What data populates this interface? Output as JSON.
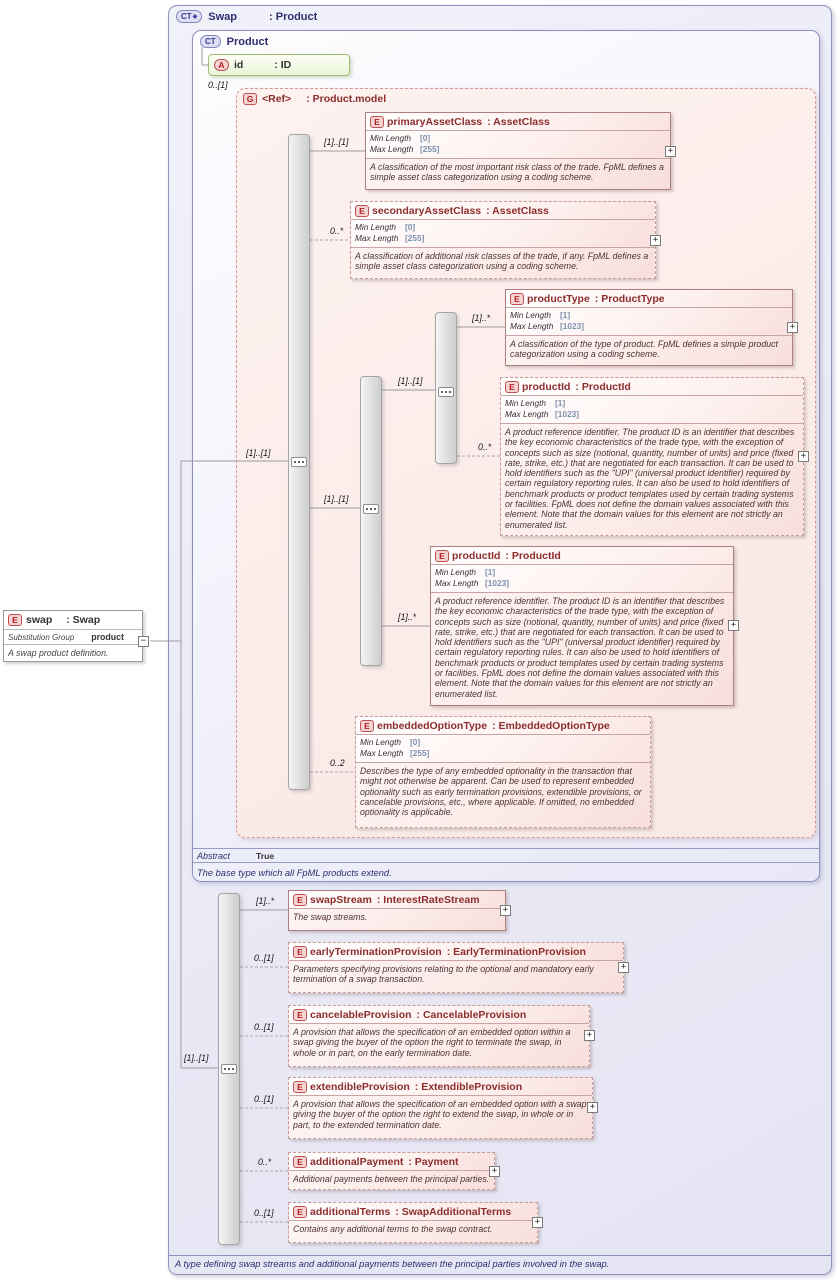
{
  "badges": {
    "ct": "CT",
    "e": "E",
    "a": "A",
    "g": "G"
  },
  "icons": {
    "plus": "+",
    "minus": "−",
    "diamond": "◆"
  },
  "swap_type": {
    "name": "Swap",
    "base": ": Product",
    "seq_cardinality": "[1]..[1]",
    "footer": "A type defining swap streams and additional payments between the principal parties involved in the swap."
  },
  "product_type": {
    "name": "Product",
    "abstract_label": "Abstract",
    "abstract_value": "True",
    "footer": "The base type which all FpML products extend."
  },
  "id_attribute": {
    "name": "id",
    "type": ": ID",
    "cardinality": "0..[1]"
  },
  "group": {
    "name": "<Ref>",
    "type": ": Product.model",
    "seq_cardinality": "[1]..[1]",
    "choice_cardinality": "[1]..[1]",
    "inner_seq_cardinality": "[1]..[1]"
  },
  "facet_labels": {
    "min": "Min Length",
    "max": "Max Length"
  },
  "elements": {
    "primaryAssetClass": {
      "name": "primaryAssetClass",
      "type": ": AssetClass",
      "cardinality": "[1]..[1]",
      "min": "[0]",
      "max": "[255]",
      "desc": "A classification of the most important risk class of the trade. FpML defines a simple asset class categorization using a coding scheme."
    },
    "secondaryAssetClass": {
      "name": "secondaryAssetClass",
      "type": ": AssetClass",
      "cardinality": "0..*",
      "min": "[0]",
      "max": "[255]",
      "desc": "A classification of additional risk classes of the trade, if any. FpML defines a simple asset class categorization using a coding scheme."
    },
    "productType": {
      "name": "productType",
      "type": ": ProductType",
      "cardinality": "[1]..*",
      "min": "[1]",
      "max": "[1023]",
      "desc": "A classification of the type of product. FpML defines a simple product categorization using a coding scheme."
    },
    "productId1": {
      "name": "productId",
      "type": ": ProductId",
      "cardinality": "0..*",
      "min": "[1]",
      "max": "[1023]",
      "desc": "A product reference identifier. The product ID is an identifier that describes the key economic characteristics of the trade type, with the exception of concepts such as size (notional, quantity, number of units) and price (fixed rate, strike, etc.) that are negotiated for each transaction. It can be used to hold identifiers such as the \"UPI\" (universal product identifier) required by certain regulatory reporting rules. It can also be used to hold identifiers of benchmark products or product templates used by certain trading systems or facilities. FpML does not define the domain values associated with this element. Note that the domain values for this element are not strictly an enumerated list."
    },
    "productId2": {
      "name": "productId",
      "type": ": ProductId",
      "cardinality": "[1]..*",
      "min": "[1]",
      "max": "[1023]",
      "desc": "A product reference identifier. The product ID is an identifier that describes the key economic characteristics of the trade type, with the exception of concepts such as size (notional, quantity, number of units) and price (fixed rate, strike, etc.) that are negotiated for each transaction. It can be used to hold identifiers such as the \"UPI\" (universal product identifier) required by certain regulatory reporting rules. It can also be used to hold identifiers of benchmark products or product templates used by certain trading systems or facilities. FpML does not define the domain values associated with this element. Note that the domain values for this element are not strictly an enumerated list."
    },
    "embeddedOptionType": {
      "name": "embeddedOptionType",
      "type": ": EmbeddedOptionType",
      "cardinality": "0..2",
      "min": "[0]",
      "max": "[255]",
      "desc": "Describes the type of any embedded optionality in the transaction that might not otherwise be apparent. Can be used to represent embedded optionality such as early termination provisions, extendible provisions, or cancelable provisions, etc., where applicable. If omitted, no embedded optionality is applicable."
    }
  },
  "swap_elements": {
    "swapStream": {
      "name": "swapStream",
      "type": ": InterestRateStream",
      "cardinality": "[1]..*",
      "desc": "The swap streams."
    },
    "earlyTerminationProvision": {
      "name": "earlyTerminationProvision",
      "type": ": EarlyTerminationProvision",
      "cardinality": "0..[1]",
      "desc": "Parameters specifying provisions relating to the optional and mandatory early termination of a swap transaction."
    },
    "cancelableProvision": {
      "name": "cancelableProvision",
      "type": ": CancelableProvision",
      "cardinality": "0..[1]",
      "desc": "A provision that allows the specification of an embedded option within a swap giving the buyer of the option the right to terminate the swap, in whole or in part, on the early termination date."
    },
    "extendibleProvision": {
      "name": "extendibleProvision",
      "type": ": ExtendibleProvision",
      "cardinality": "0..[1]",
      "desc": "A provision that allows the specification of an embedded option with a swap giving the buyer of the option the right to extend the swap, in whole or in part, to the extended termination date."
    },
    "additionalPayment": {
      "name": "additionalPayment",
      "type": ": Payment",
      "cardinality": "0..*",
      "desc": "Additional payments between the principal parties."
    },
    "additionalTerms": {
      "name": "additionalTerms",
      "type": ": SwapAdditionalTerms",
      "cardinality": "0..[1]",
      "desc": "Contains any additional terms to the swap contract."
    }
  },
  "swap_element": {
    "name": "swap",
    "type": ": Swap",
    "subst_label": "Substitution Group",
    "subst_value": "product",
    "desc": "A swap product definition."
  }
}
